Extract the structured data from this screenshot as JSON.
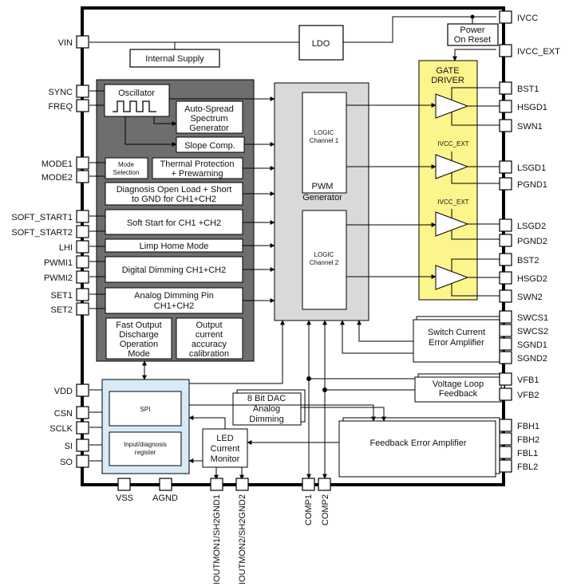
{
  "pins_left": {
    "vin": "VIN",
    "sync": "SYNC",
    "freq": "FREQ",
    "mode1": "MODE1",
    "mode2": "MODE2",
    "soft_start1": "SOFT_START1",
    "soft_start2": "SOFT_START2",
    "lhi": "LHI",
    "pwmi1": "PWMI1",
    "pwmi2": "PWMI2",
    "set1": "SET1",
    "set2": "SET2",
    "vdd": "VDD",
    "csn": "CSN",
    "sclk": "SCLK",
    "si": "SI",
    "so": "SO"
  },
  "pins_right": {
    "ivcc": "IVCC",
    "ivcc_ext": "IVCC_EXT",
    "bst1": "BST1",
    "hsgd1": "HSGD1",
    "swn1": "SWN1",
    "lsgd1": "LSGD1",
    "pgnd1": "PGND1",
    "lsgd2": "LSGD2",
    "pgnd2": "PGND2",
    "bst2": "BST2",
    "hsgd2": "HSGD2",
    "swn2": "SWN2",
    "swcs1": "SWCS1",
    "swcs2": "SWCS2",
    "sgnd1": "SGND1",
    "sgnd2": "SGND2",
    "vfb1": "VFB1",
    "vfb2": "VFB2",
    "fbh1": "FBH1",
    "fbh2": "FBH2",
    "fbl1": "FBL1",
    "fbl2": "FBL2"
  },
  "pins_bottom": {
    "vss": "VSS",
    "agnd": "AGND",
    "ioutmon1": "IOUTMON1/SH2GND1",
    "ioutmon2": "IOUTMON2/SH2GND2",
    "comp1": "COMP1",
    "comp2": "COMP2"
  },
  "blocks": {
    "ldo": "LDO",
    "por_line1": "Power",
    "por_line2": "On Reset",
    "internal_supply": "Internal Supply",
    "oscillator": "Oscillator",
    "auto_spread_1": "Auto-Spread",
    "auto_spread_2": "Spectrum",
    "auto_spread_3": "Generator",
    "slope_comp": "Slope Comp.",
    "mode_sel_1": "Mode",
    "mode_sel_2": "Selection",
    "thermal_1": "Thermal Protection",
    "thermal_2": "+ Prewarning",
    "diag_1": "Diagnosis Open Load + Short",
    "diag_2": "to GND for CH1+CH2",
    "soft_start": "Soft Start for CH1 +CH2",
    "limp_home": "Limp Home Mode",
    "digital_dimming": "Digital Dimming CH1+CH2",
    "analog_dim_1": "Analog Dimming Pin",
    "analog_dim_2": "CH1+CH2",
    "fast_out_1": "Fast Output",
    "fast_out_2": "Discharge",
    "fast_out_3": "Operation",
    "fast_out_4": "Mode",
    "out_cal_1": "Output",
    "out_cal_2": "current",
    "out_cal_3": "accuracy",
    "out_cal_4": "calibration",
    "pwm_gen_1": "PWM",
    "pwm_gen_2": "Generator",
    "logic1_1": "LOGIC",
    "logic1_2": "Channel 1",
    "logic2_1": "LOGIC",
    "logic2_2": "Channel 2",
    "gate_driver_1": "GATE",
    "gate_driver_2": "DRIVER",
    "ivcc_ext_tag_1": "IVCC_EXT",
    "ivcc_ext_tag_2": "IVCC_EXT",
    "switch_amp_1": "Switch Current",
    "switch_amp_2": "Error Amplifier",
    "voltage_loop_1": "Voltage Loop",
    "voltage_loop_2": "Feedback",
    "dac_1": "8 Bit DAC",
    "dac_2": "Analog",
    "dac_3": "Dimming",
    "spi": "SPI",
    "io_reg_1": "Input/diagnosis",
    "io_reg_2": "register",
    "led_mon_1": "LED",
    "led_mon_2": "Current",
    "led_mon_3": "Monitor",
    "feedback_amp": "Feedback Error Amplifier"
  },
  "colors": {
    "control_panel": "#6e6e6e",
    "pwm_gen": "#d9d9d9",
    "gate_driver": "#fbf58c",
    "spi_block": "#d6ebf7",
    "outline": "#000000"
  }
}
